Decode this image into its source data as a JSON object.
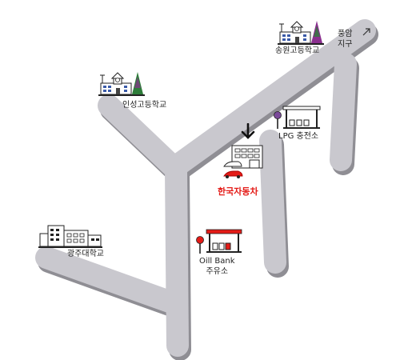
{
  "colors": {
    "road": "#c9c8ce",
    "road_shadow": "#8f8e94",
    "target_label": "#e41b17",
    "text": "#222222"
  },
  "landmarks": {
    "pungam_line1": "풍암",
    "pungam_line2": "지구",
    "songwon_school": "송원고등학교",
    "inseong_school": "인성고등학교",
    "lpg_station": "LPG 충전소",
    "target_company": "한국자동차",
    "gwangju_univ": "광주대학교",
    "oil_line1": "Oill Bank",
    "oil_line2": "주유소"
  },
  "icons": {
    "target_marker": "arrow-down-icon",
    "school": "school-building-icon",
    "university": "university-building-icon",
    "gas_station": "gas-station-icon",
    "company": "company-building-icon",
    "direction": "arrow-up-right-icon"
  }
}
